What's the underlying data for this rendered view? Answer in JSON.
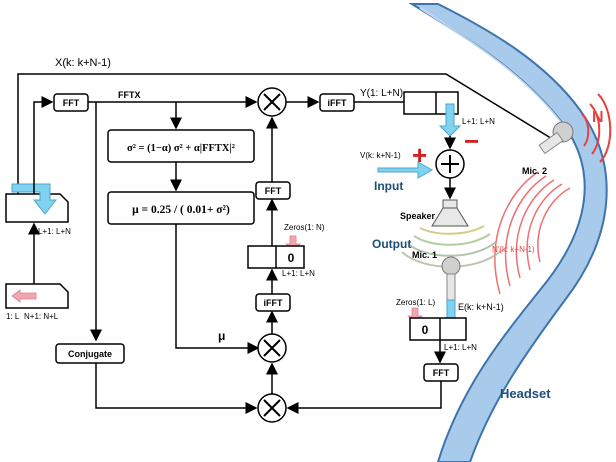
{
  "signals": {
    "x_input": "X(k: k+N-1)",
    "fftx": "FFTX",
    "y_output": "Y(1: L+N)",
    "l1_ln_right": "L+1: L+N",
    "l1_ln_left": "L+1: L+N",
    "zeros_mid": "Zeros(1: N)",
    "l1_ln_mid": "L+1: L+N",
    "mu": "μ",
    "v_input": "V(k: k+N-1)",
    "n_prime": "N'(k: k+N-1)",
    "zeros_right": "Zeros(1: L)",
    "e_error": "E(k: k+N-1)",
    "l1_ln_bottom": "L+1: L+N",
    "shift_left_1": "1: L",
    "shift_left_2": "N+1: N+L",
    "zero_mid": "0",
    "zero_right": "0"
  },
  "blocks": {
    "fft_top": "FFT",
    "ifft_top": "iFFT",
    "fft_mid": "FFT",
    "ifft_mid": "iFFT",
    "conjugate": "Conjugate",
    "fft_bottom": "FFT"
  },
  "equations": {
    "sigma": "σ² = (1−α) σ² + α|FFTX|²",
    "mu": "μ = 0.25 / ( 0.01+ σ²)"
  },
  "labels": {
    "input": "Input",
    "output": "Output",
    "speaker": "Speaker",
    "mic1": "Mic. 1",
    "mic2": "Mic. 2",
    "headset": "Headset",
    "noise": "N",
    "plus": "+",
    "minus": "−"
  },
  "colors": {
    "headset_curve": "#9DC3E6",
    "headset_outline": "#4A7DB5",
    "noise_waves": "#E8403F",
    "sign_red": "#D42020",
    "arrow_cyan": "#7FD3F0",
    "arrow_pink": "#F2A7B0",
    "text_blue": "#1F4E79"
  }
}
